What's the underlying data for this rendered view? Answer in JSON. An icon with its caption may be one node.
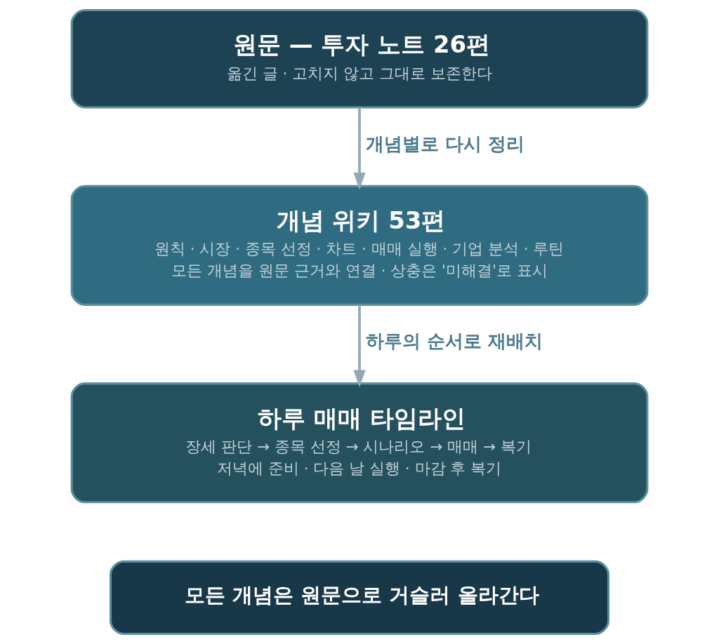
{
  "diagram": {
    "nodes": [
      {
        "text": [
          "원문 — 투자 노트 26편",
          "옮긴 글 · 고치지 않고 그대로 보존한다"
        ]
      },
      {
        "text": [
          "개념 위키 53편",
          "원칙 · 시장 · 종목 선정 · 차트 · 매매 실행 · 기업 분석 · 루틴",
          "모든 개념을 원문 근거와 연결 · 상충은 '미해결'로 표시"
        ]
      },
      {
        "text": [
          "하루 매매 타임라인",
          "장세 판단 → 종목 선정 → 시나리오 → 매매 → 복기",
          "저녁에 준비 · 다음 날 실행 · 마감 후 복기"
        ]
      },
      {
        "text": [
          "모든 개념은 원문으로 거슬러 올라간다"
        ]
      }
    ],
    "edges": [
      {
        "from": 0,
        "to": 1,
        "arrow": "to",
        "label": "개념별로 다시 정리"
      },
      {
        "from": 1,
        "to": 2,
        "arrow": "to",
        "label": "하루의 순서로 재배치"
      }
    ]
  }
}
